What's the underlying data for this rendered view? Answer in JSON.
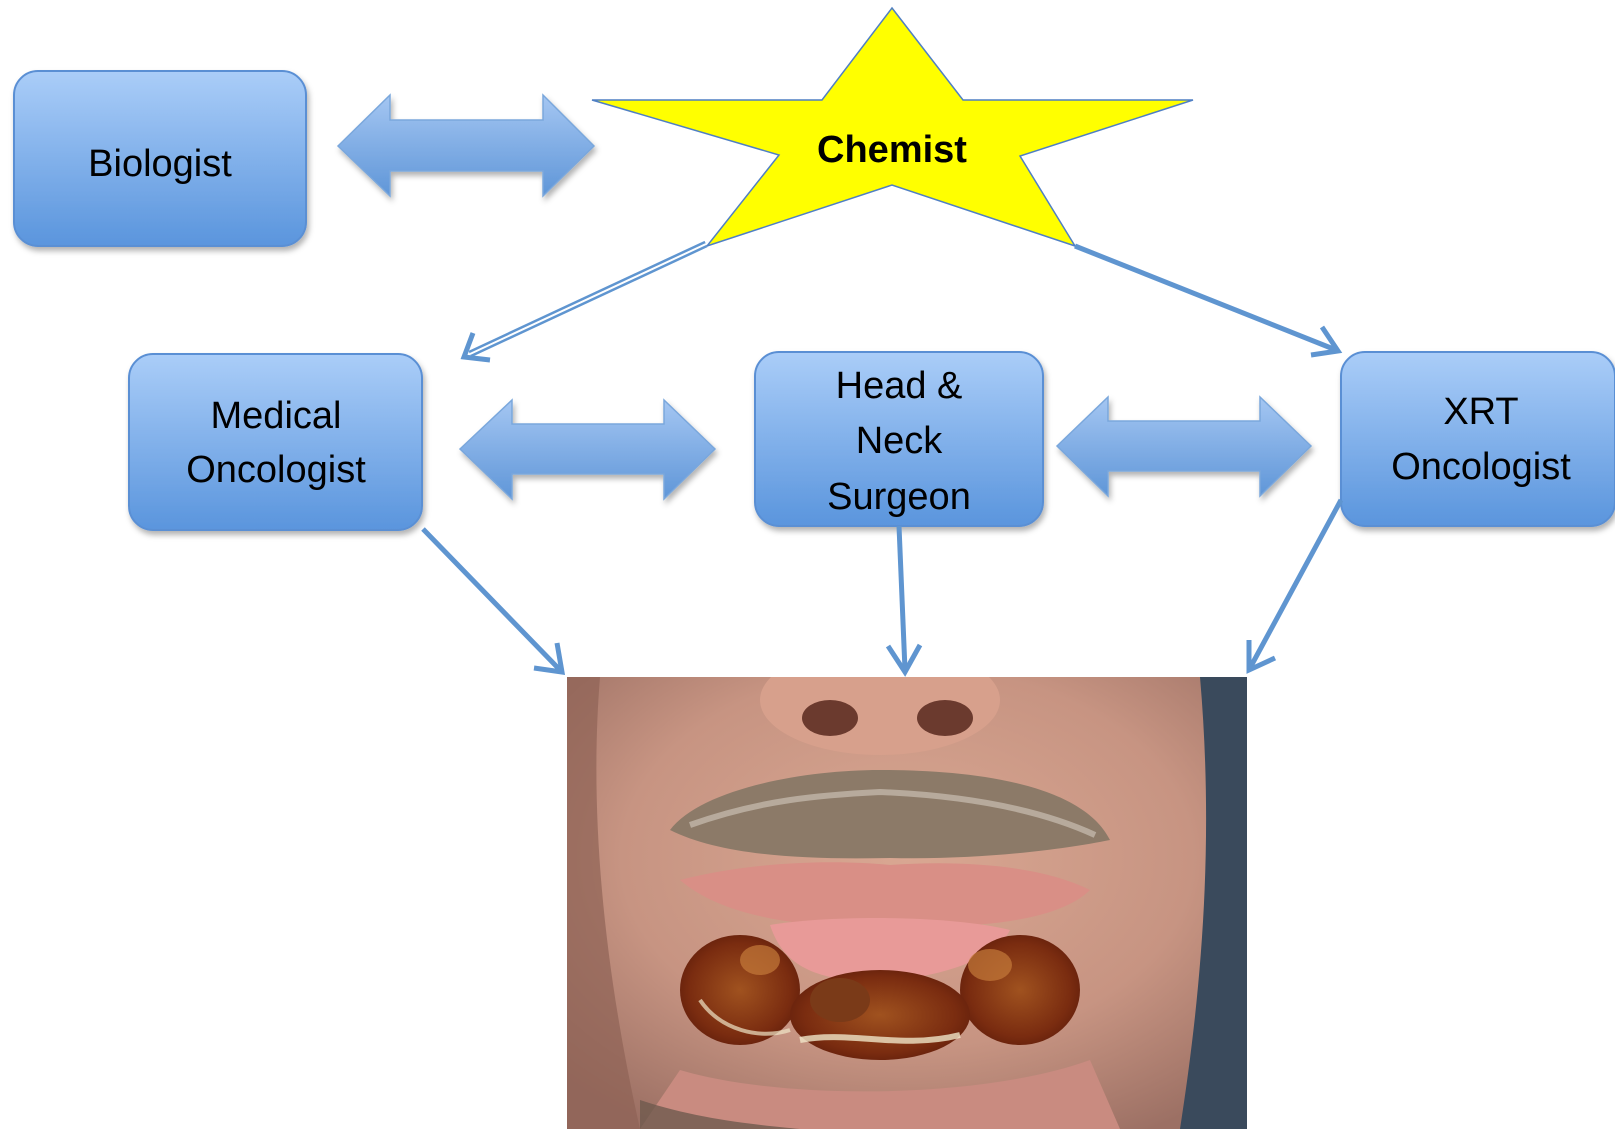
{
  "nodes": {
    "biologist": {
      "label": "Biologist"
    },
    "chemist": {
      "label": "Chemist"
    },
    "medical_oncologist": {
      "lines": [
        "Medical",
        "Oncologist"
      ]
    },
    "head_neck_surgeon": {
      "lines": [
        "Head &",
        "Neck",
        "Surgeon"
      ]
    },
    "xrt_oncologist": {
      "lines": [
        "XRT",
        "Oncologist"
      ]
    }
  },
  "colors": {
    "box_top": "#a9cbf7",
    "box_bottom": "#5c97de",
    "box_stroke": "#4a84cf",
    "star_fill": "#ffff00",
    "arrow_line": "#5f95d0"
  },
  "photo": {
    "subject": "patient-lip-lesion-photo"
  }
}
